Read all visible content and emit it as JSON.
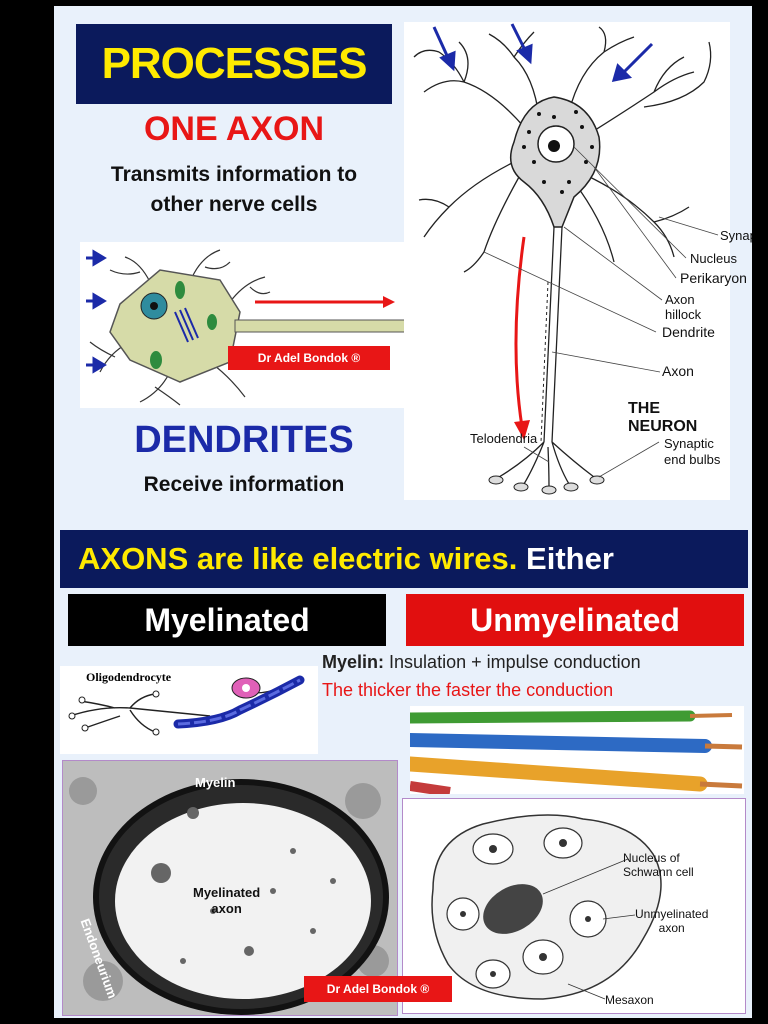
{
  "top": {
    "processes_title": "PROCESSES",
    "axon_title": "ONE AXON",
    "axon_desc": "Transmits information to other nerve cells",
    "dendrites_title": "DENDRITES",
    "dendrites_desc": "Receive information",
    "watermark": "Dr Adel Bondok ®"
  },
  "neuron_labels": {
    "synapses": "Synapses",
    "nucleus": "Nucleus",
    "perikaryon": "Perikaryon",
    "axon_hillock": "Axon hillock",
    "dendrite": "Dendrite",
    "axon": "Axon",
    "title": "THE NEURON",
    "telodendria": "Telodendria",
    "synaptic_end_bulbs_1": "Synaptic",
    "synaptic_end_bulbs_2": "end bulbs"
  },
  "bottom": {
    "banner_part1": "AXONS are like electric wires.",
    "banner_part2": "Either",
    "myelinated": "Myelinated",
    "unmyelinated": "Unmyelinated",
    "oligodendrocyte": "Oligodendrocyte",
    "myelin_label": "Myelin:",
    "myelin_desc": "Insulation + impulse conduction",
    "thicker": "The thicker the faster the conduction",
    "em_myelin": "Myelin",
    "em_myelinated_axon_1": "Myelinated",
    "em_myelinated_axon_2": "axon",
    "em_endoneurium": "Endoneurium",
    "schwann_nucleus_1": "Nucleus of",
    "schwann_nucleus_2": "Schwann cell",
    "unmyelinated_axon_1": "Unmyelinated",
    "unmyelinated_axon_2": "axon",
    "mesaxon": "Mesaxon",
    "watermark": "Dr Adel Bondok ®"
  },
  "colors": {
    "navy": "#0b1a5c",
    "yellow": "#ffea00",
    "red": "#e81616",
    "blue": "#1b2aa8"
  }
}
